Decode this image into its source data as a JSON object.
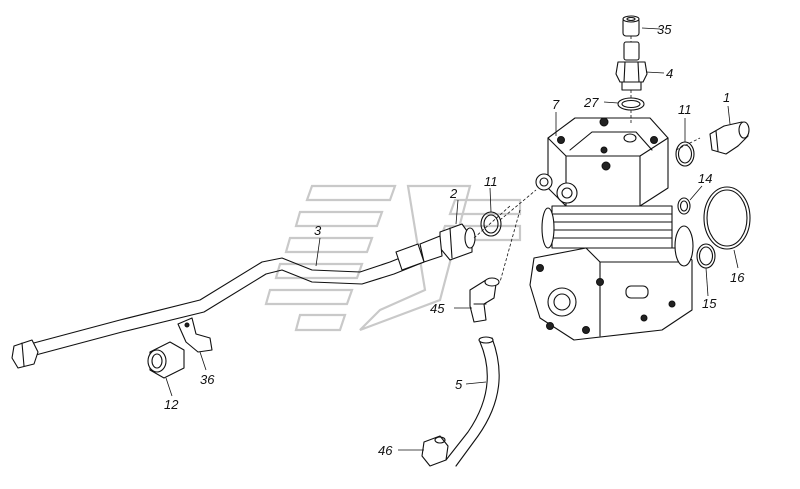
{
  "diagram": {
    "colors": {
      "line": "#111111",
      "watermark": "#c9c9c9",
      "background": "#ffffff"
    },
    "callouts": [
      {
        "id": "c35",
        "label": "35"
      },
      {
        "id": "c4",
        "label": "4"
      },
      {
        "id": "c27",
        "label": "27"
      },
      {
        "id": "c1",
        "label": "1"
      },
      {
        "id": "c11a",
        "label": "11"
      },
      {
        "id": "c7",
        "label": "7"
      },
      {
        "id": "c2",
        "label": "2"
      },
      {
        "id": "c11b",
        "label": "11"
      },
      {
        "id": "c14",
        "label": "14"
      },
      {
        "id": "c3",
        "label": "3"
      },
      {
        "id": "c16",
        "label": "16"
      },
      {
        "id": "c15",
        "label": "15"
      },
      {
        "id": "c45",
        "label": "45"
      },
      {
        "id": "c36",
        "label": "36"
      },
      {
        "id": "c12",
        "label": "12"
      },
      {
        "id": "c5",
        "label": "5"
      },
      {
        "id": "c46",
        "label": "46"
      }
    ]
  }
}
